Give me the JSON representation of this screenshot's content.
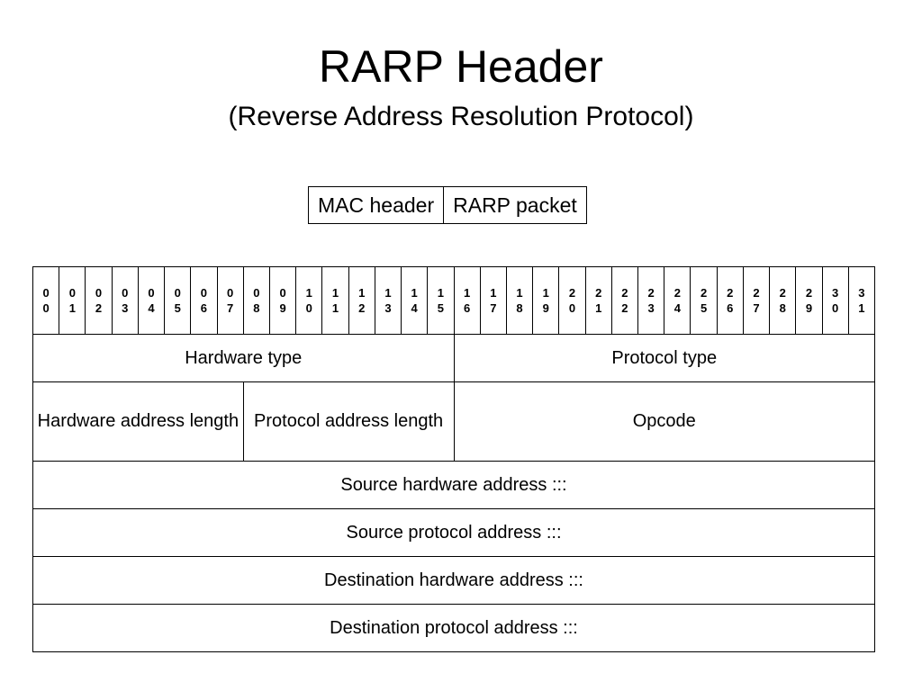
{
  "title": "RARP Header",
  "subtitle": "(Reverse Address Resolution Protocol)",
  "frame": {
    "mac_header": "MAC header",
    "rarp_packet": "RARP packet"
  },
  "bits": [
    [
      "0",
      "0"
    ],
    [
      "0",
      "1"
    ],
    [
      "0",
      "2"
    ],
    [
      "0",
      "3"
    ],
    [
      "0",
      "4"
    ],
    [
      "0",
      "5"
    ],
    [
      "0",
      "6"
    ],
    [
      "0",
      "7"
    ],
    [
      "0",
      "8"
    ],
    [
      "0",
      "9"
    ],
    [
      "1",
      "0"
    ],
    [
      "1",
      "1"
    ],
    [
      "1",
      "2"
    ],
    [
      "1",
      "3"
    ],
    [
      "1",
      "4"
    ],
    [
      "1",
      "5"
    ],
    [
      "1",
      "6"
    ],
    [
      "1",
      "7"
    ],
    [
      "1",
      "8"
    ],
    [
      "1",
      "9"
    ],
    [
      "2",
      "0"
    ],
    [
      "2",
      "1"
    ],
    [
      "2",
      "2"
    ],
    [
      "2",
      "3"
    ],
    [
      "2",
      "4"
    ],
    [
      "2",
      "5"
    ],
    [
      "2",
      "6"
    ],
    [
      "2",
      "7"
    ],
    [
      "2",
      "8"
    ],
    [
      "2",
      "9"
    ],
    [
      "3",
      "0"
    ],
    [
      "3",
      "1"
    ]
  ],
  "fields": {
    "hardware_type": "Hardware type",
    "protocol_type": "Protocol type",
    "hardware_address_length": "Hardware address length",
    "protocol_address_length": "Protocol address length",
    "opcode": "Opcode",
    "source_hardware_address": "Source hardware address :::",
    "source_protocol_address": "Source protocol address :::",
    "destination_hardware_address": "Destination hardware address :::",
    "destination_protocol_address": "Destination protocol address :::"
  }
}
